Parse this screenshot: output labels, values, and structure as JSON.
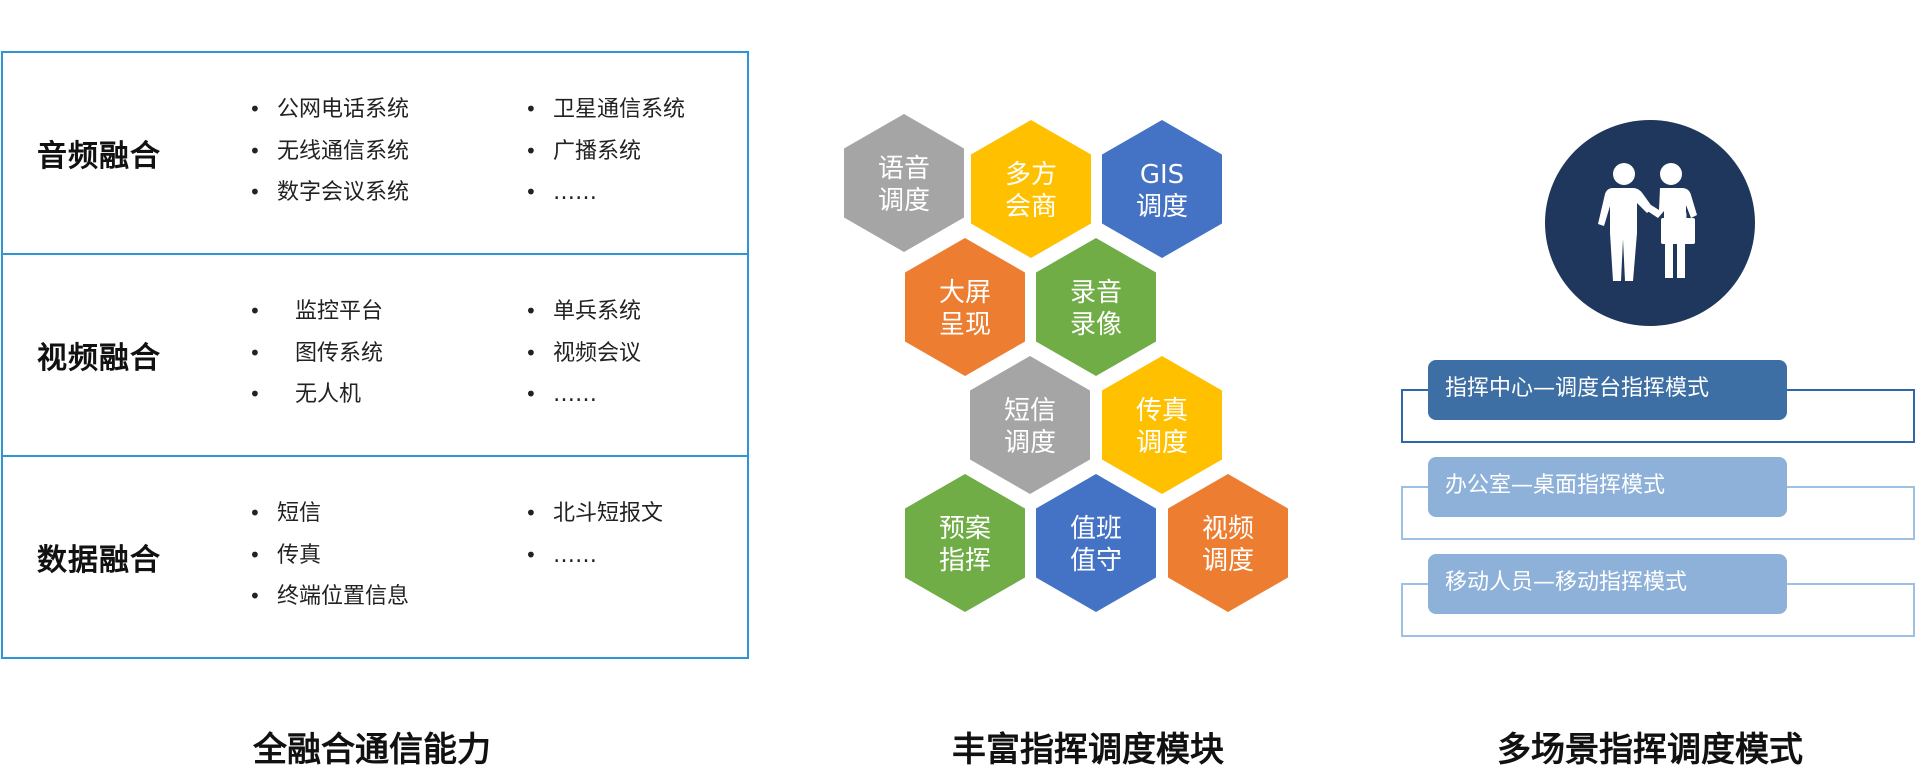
{
  "fusion": {
    "rows": [
      {
        "title": "音频融合",
        "col1": [
          "公网电话系统",
          "无线通信系统",
          "数字会议系统"
        ],
        "col2": [
          "卫星通信系统",
          "广播系统",
          "……"
        ]
      },
      {
        "title": "视频融合",
        "col1": [
          "监控平台",
          "图传系统",
          "无人机"
        ],
        "col2": [
          "单兵系统",
          "视频会议",
          "……"
        ]
      },
      {
        "title": "数据融合",
        "col1": [
          "短信",
          "传真",
          "终端位置信息"
        ],
        "col2": [
          "北斗短报文",
          "……"
        ]
      }
    ],
    "caption": "全融合通信能力"
  },
  "modules": {
    "caption": "丰富指挥调度模块",
    "colors": {
      "gray": "#a5a5a5",
      "yellow": "#ffc000",
      "blue": "#4472c4",
      "orange": "#ed7d31",
      "green": "#70ad47"
    },
    "items": [
      {
        "line1": "语音",
        "line2": "调度",
        "color": "gray"
      },
      {
        "line1": "多方",
        "line2": "会商",
        "color": "yellow"
      },
      {
        "line1": "GIS",
        "line2": "调度",
        "color": "blue"
      },
      {
        "line1": "大屏",
        "line2": "呈现",
        "color": "orange"
      },
      {
        "line1": "录音",
        "line2": "录像",
        "color": "green"
      },
      {
        "line1": "短信",
        "line2": "调度",
        "color": "gray"
      },
      {
        "line1": "传真",
        "line2": "调度",
        "color": "yellow"
      },
      {
        "line1": "预案",
        "line2": "指挥",
        "color": "green"
      },
      {
        "line1": "值班",
        "line2": "值守",
        "color": "blue"
      },
      {
        "line1": "视频",
        "line2": "调度",
        "color": "orange"
      }
    ]
  },
  "modes": {
    "caption": "多场景指挥调度模式",
    "icon": "handshake-icon",
    "circle_color": "#1f375d",
    "items": [
      {
        "label": "指挥中心—调度台指挥模式",
        "color": "#3d6ea4",
        "active": true
      },
      {
        "label": "办公室—桌面指挥模式",
        "color": "#8eb1d9",
        "active": false
      },
      {
        "label": "移动人员—移动指挥模式",
        "color": "#8eb1d9",
        "active": false
      }
    ]
  }
}
